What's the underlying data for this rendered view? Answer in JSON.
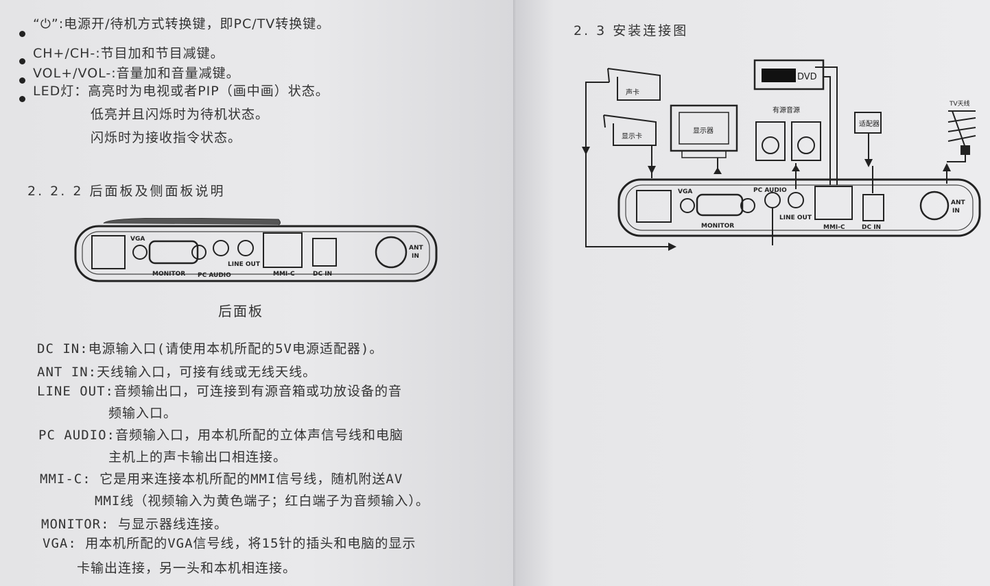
{
  "left": {
    "bullets": [
      "“⏻”:电源开/待机方式转换键，即PC/TV转换键。",
      "CH+/CH-:节目加和节目减键。",
      "VOL+/VOL-:音量加和音量减键。",
      "LED灯：高亮时为电视或者PIP（画中画）状态。"
    ],
    "led_cont_1": "低亮并且闪烁时为待机状态。",
    "led_cont_2": "闪烁时为接收指令状态。",
    "section_heading": "2. 2. 2 后面板及侧面板说明",
    "panel_caption": "后面板",
    "panel_labels": {
      "vga": "VGA",
      "monitor": "MONITOR",
      "pc_audio": "PC AUDIO",
      "line_out": "LINE OUT",
      "mmi_c": "MMI-C",
      "dc_in": "DC IN",
      "ant_in_1": "ANT",
      "ant_in_2": "IN"
    },
    "desc_lines": [
      "DC IN:电源输入口(请使用本机所配的5V电源适配器)。",
      "ANT IN:天线输入口，可接有线或无线天线。",
      "LINE OUT:音频输出口，可连接到有源音箱或功放设备的音",
      "频输入口。",
      "PC AUDIO:音频输入口，用本机所配的立体声信号线和电脑",
      "主机上的声卡输出口相连接。",
      "MMI-C: 它是用来连接本机所配的MMI信号线，随机附送AV",
      "MMI线（视频输入为黄色端子；红白端子为音频输入）。",
      "MONITOR: 与显示器线连接。",
      "VGA: 用本机所配的VGA信号线，将15针的插头和电脑的显示",
      "卡输出连接，另一头和本机相连接。"
    ]
  },
  "right": {
    "section_heading": "2. 3 安装连接图",
    "diagram_labels": {
      "sound_card": "声卡",
      "graphics_card": "显示卡",
      "monitor_device": "显示器",
      "active_speakers": "有源音源",
      "dvd": "DVD",
      "adapter": "适配器",
      "tv_antenna": "TV天线",
      "vga": "VGA",
      "monitor": "MONITOR",
      "pc_audio": "PC AUDIO",
      "line_out": "LINE OUT",
      "mmi_c": "MMI-C",
      "dc_in": "DC IN",
      "ant_in_1": "ANT",
      "ant_in_2": "IN"
    }
  }
}
